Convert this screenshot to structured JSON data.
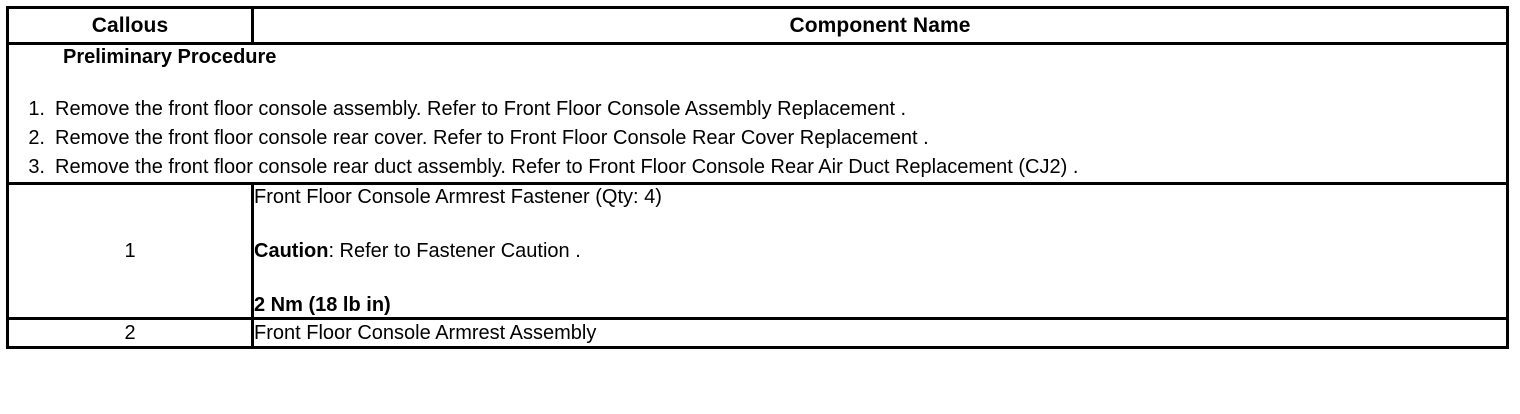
{
  "table": {
    "headers": {
      "callous": "Callous",
      "component_name": "Component Name"
    },
    "preliminary": {
      "title": "Preliminary Procedure",
      "steps": [
        {
          "number": "1.",
          "text": "Remove the front floor console assembly. Refer to Front Floor Console Assembly Replacement ."
        },
        {
          "number": "2.",
          "text": "Remove the front floor console rear cover. Refer to Front Floor Console Rear Cover Replacement ."
        },
        {
          "number": "3.",
          "text": "Remove the front floor console rear duct assembly. Refer to Front Floor Console Rear Air Duct Replacement (CJ2) ."
        }
      ]
    },
    "rows": [
      {
        "callout": "1",
        "component": "Front Floor Console Armrest Fastener (Qty: 4)",
        "caution_label": "Caution",
        "caution_text": ": Refer to Fastener Caution .",
        "torque": "2 Nm (18 lb in)"
      },
      {
        "callout": "2",
        "component": "Front Floor Console Armrest Assembly"
      }
    ]
  },
  "colors": {
    "border": "#000000",
    "text": "#000000",
    "background": "#ffffff"
  }
}
